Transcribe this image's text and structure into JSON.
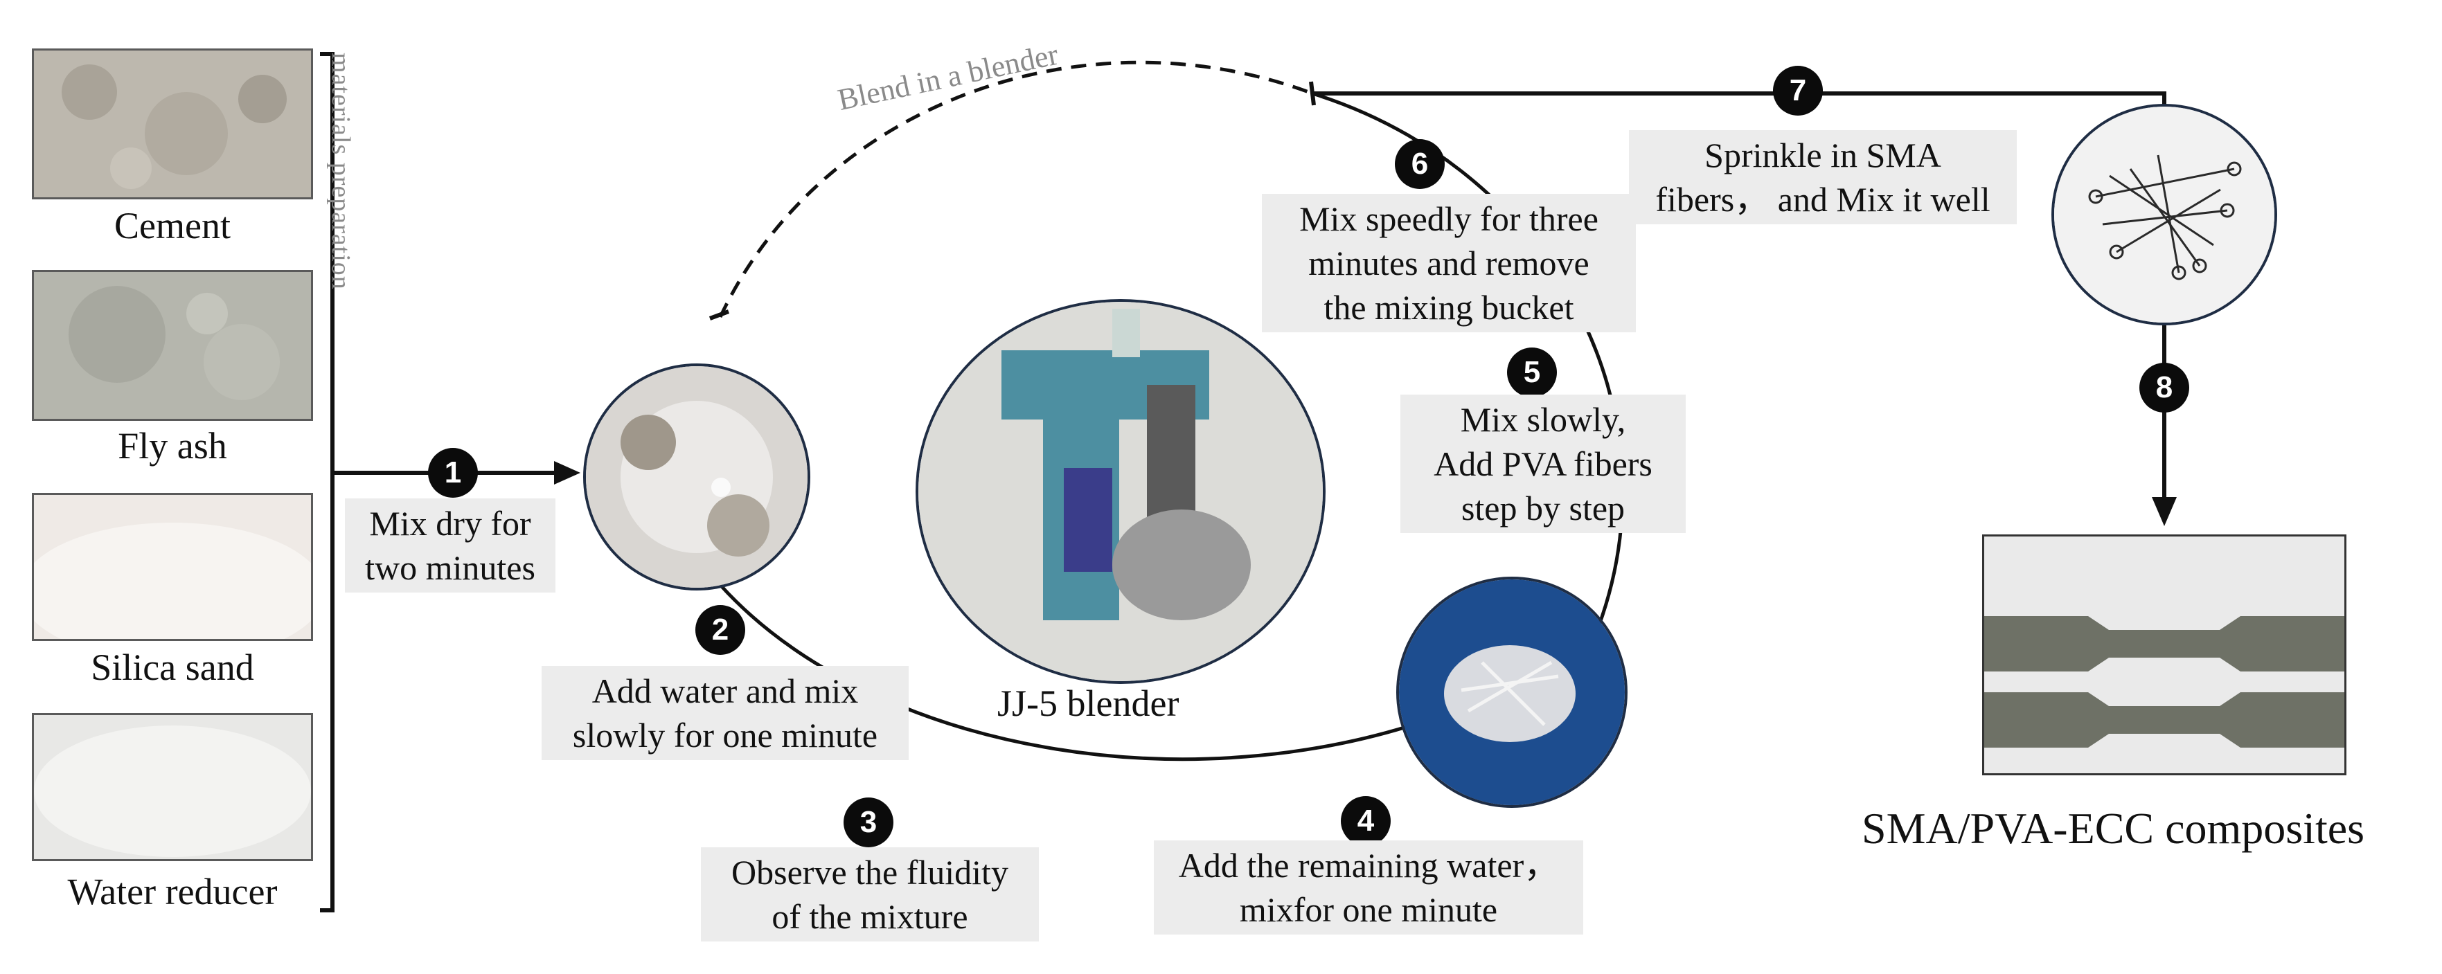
{
  "materials": {
    "side_label": "materials preparation",
    "items": [
      {
        "label": "Cement"
      },
      {
        "label": "Fly ash"
      },
      {
        "label": "Silica sand"
      },
      {
        "label": "Water reducer"
      }
    ]
  },
  "arc_label": "Blend in a blender",
  "blender_caption": "JJ-5 blender",
  "composites_caption": "SMA/PVA-ECC composites",
  "steps": [
    {
      "num": "1",
      "lines": [
        "Mix dry for",
        "two minutes"
      ]
    },
    {
      "num": "2",
      "lines": [
        "Add water and mix",
        "slowly for one minute"
      ]
    },
    {
      "num": "3",
      "lines": [
        "Observe the fluidity",
        "of the mixture"
      ]
    },
    {
      "num": "4",
      "lines": [
        "Add the remaining water，",
        "mixfor one minute"
      ]
    },
    {
      "num": "5",
      "lines": [
        "Mix slowly,",
        "Add PVA fibers",
        "step by step"
      ]
    },
    {
      "num": "6",
      "lines": [
        "Mix  speedly for three",
        "minutes and remove",
        "the mixing bucket"
      ]
    },
    {
      "num": "7",
      "lines": [
        "Sprinkle in SMA",
        "fibers， and Mix it well"
      ]
    },
    {
      "num": "8",
      "lines": []
    }
  ]
}
